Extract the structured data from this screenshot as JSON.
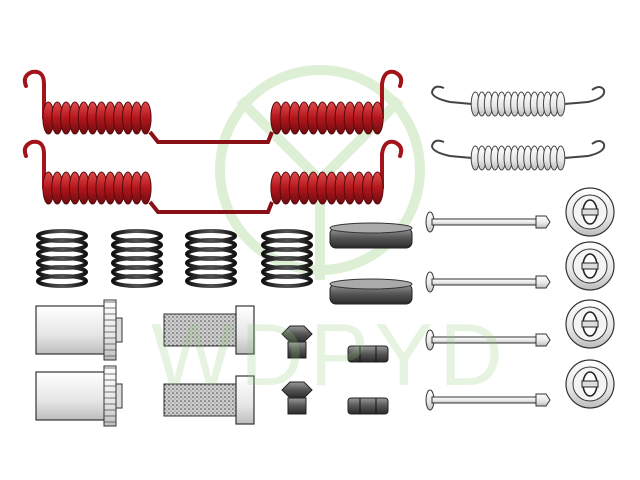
{
  "watermark": {
    "text": "WDPYD",
    "color": "#b9e0a8"
  },
  "colors": {
    "red_spring": "#b3161c",
    "red_dark": "#6e0c10",
    "black_spring": "#222222",
    "metal": "#f2f2f2",
    "outline": "#333333"
  },
  "parts": [
    {
      "name": "large-red-spring-assembly",
      "count": 2,
      "color": "red"
    },
    {
      "name": "white-tension-spring",
      "count": 2,
      "color": "white"
    },
    {
      "name": "hold-down-pin",
      "count": 4,
      "color": "white"
    },
    {
      "name": "retainer-cup",
      "count": 4,
      "color": "white"
    },
    {
      "name": "black-compression-spring",
      "count": 4,
      "color": "black"
    },
    {
      "name": "rubber-cap",
      "count": 2,
      "color": "gray"
    },
    {
      "name": "adjuster-sleeve",
      "count": 2,
      "color": "white"
    },
    {
      "name": "threaded-adjuster-screw",
      "count": 2,
      "color": "gray"
    },
    {
      "name": "small-bolt",
      "count": 2,
      "color": "gray"
    },
    {
      "name": "small-nut",
      "count": 2,
      "color": "gray"
    }
  ]
}
